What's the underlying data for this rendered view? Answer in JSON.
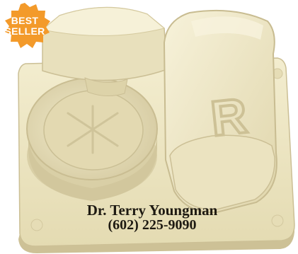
{
  "badge": {
    "line1": "BEST",
    "line2": "SELLER",
    "color": "#f39a2a"
  },
  "imprint": {
    "name": "Dr. Terry Youngman",
    "phone": "(602) 225-9090"
  },
  "lid_emboss": "R",
  "colors": {
    "plastic": "#efe8c6",
    "plastic_shadow": "#cfc49b",
    "plastic_highlight": "#f8f4df",
    "background": "#ffffff"
  }
}
